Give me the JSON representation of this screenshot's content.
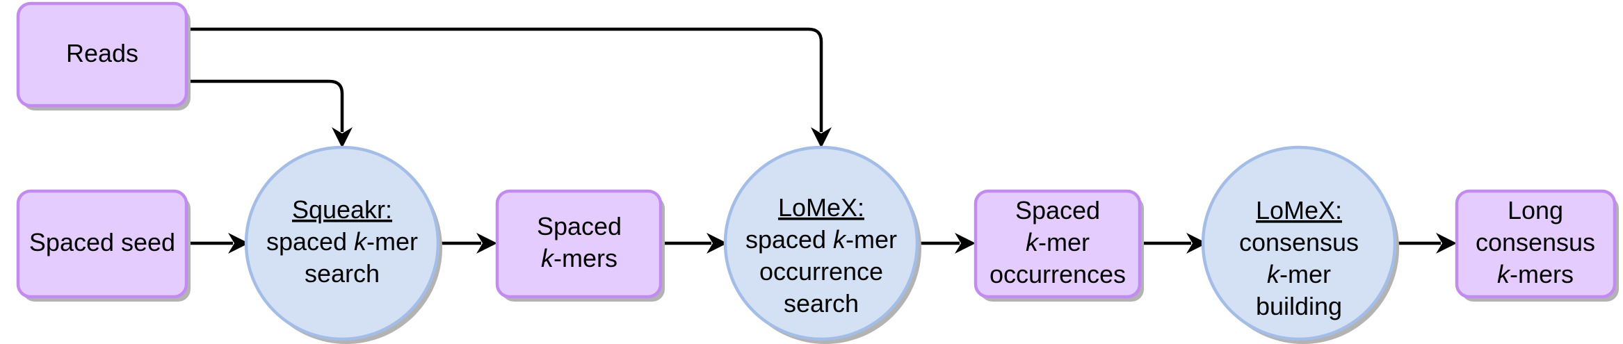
{
  "nodes": {
    "reads": {
      "lines": [
        [
          {
            "t": "Reads"
          }
        ]
      ]
    },
    "spaced_seed": {
      "lines": [
        [
          {
            "t": "Spaced seed"
          }
        ]
      ]
    },
    "squeakr": {
      "lines": [
        [
          {
            "t": "Squeakr:",
            "u": true
          }
        ],
        [
          {
            "t": "spaced "
          },
          {
            "t": "k",
            "i": true
          },
          {
            "t": "-mer"
          }
        ],
        [
          {
            "t": "search"
          }
        ]
      ]
    },
    "spaced_kmers": {
      "lines": [
        [
          {
            "t": "Spaced"
          }
        ],
        [
          {
            "t": "k",
            "i": true
          },
          {
            "t": "-mers"
          }
        ]
      ]
    },
    "lomex_search": {
      "lines": [
        [
          {
            "t": "LoMeX:",
            "u": true
          }
        ],
        [
          {
            "t": "spaced "
          },
          {
            "t": "k",
            "i": true
          },
          {
            "t": "-mer"
          }
        ],
        [
          {
            "t": "occurrence"
          }
        ],
        [
          {
            "t": "search"
          }
        ]
      ]
    },
    "occurrences": {
      "lines": [
        [
          {
            "t": "Spaced"
          }
        ],
        [
          {
            "t": "k",
            "i": true
          },
          {
            "t": "-mer"
          }
        ],
        [
          {
            "t": "occurrences"
          }
        ]
      ]
    },
    "lomex_consensus": {
      "lines": [
        [
          {
            "t": "LoMeX:",
            "u": true
          }
        ],
        [
          {
            "t": "consensus"
          }
        ],
        [
          {
            "t": "k",
            "i": true
          },
          {
            "t": "-mer"
          }
        ],
        [
          {
            "t": "building"
          }
        ]
      ]
    },
    "long_consensus": {
      "lines": [
        [
          {
            "t": "Long"
          }
        ],
        [
          {
            "t": "consensus"
          }
        ],
        [
          {
            "t": "k",
            "i": true
          },
          {
            "t": "-mers"
          }
        ]
      ]
    }
  },
  "colors": {
    "data_fill": "#e5ccff",
    "data_stroke": "#c28bf0",
    "process_fill": "#d4e1f5",
    "process_stroke": "#a3bde6",
    "shadow": "#b3b3b3",
    "edge": "#000000"
  }
}
